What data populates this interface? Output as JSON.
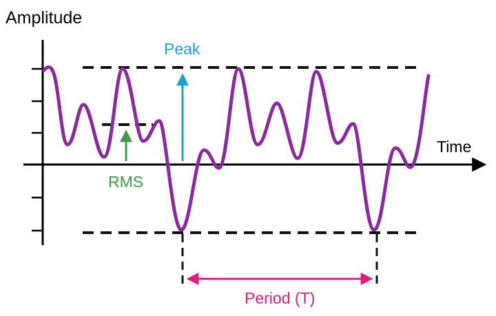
{
  "labels": {
    "y_axis": "Amplitude",
    "x_axis": "Time",
    "peak": "Peak",
    "rms": "RMS",
    "period": "Period (T)"
  },
  "colors": {
    "waveform": "#8a2a9e",
    "peak": "#1e9fd0",
    "rms": "#3e9a48",
    "period": "#e0197d",
    "axis": "#000000",
    "guides": "#111111"
  }
}
